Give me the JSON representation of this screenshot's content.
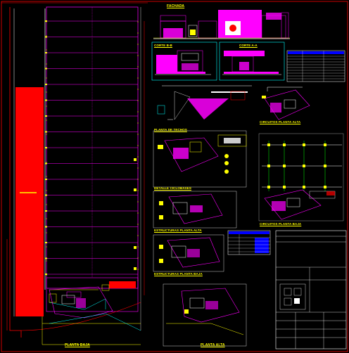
{
  "labels": {
    "fachada": "FACHADA",
    "corte_bb": "CORTE B-B",
    "corte_aa": "CORTE A-A",
    "planta_techos": "PLANTA DE TECHOS",
    "detalle_ciclo": "DETALLE CICLOBASES",
    "estructuras_alta": "ESTRUCTURAS PLANTA ALTA",
    "estructuras_baja": "ESTRUCTURAS PLANTA BAJA",
    "circuitos_alta": "CIRCUITOS PLANTA ALTA",
    "circuitos_baja": "CIRCUITOS PLANTA BAJA",
    "planta_baja": "PLANTA BAJA",
    "planta_alta": "PLANTA ALTA"
  },
  "colors": {
    "background": "#000000",
    "red_fill": "#ff0000",
    "magenta": "#ff00ff",
    "white": "#ffffff",
    "yellow": "#ffff00",
    "cyan": "#00ffff",
    "green": "#00ff00",
    "blue": "#0000ff"
  }
}
